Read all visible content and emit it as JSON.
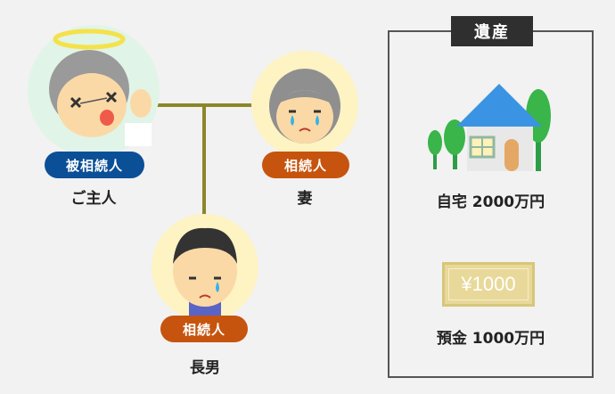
{
  "family": {
    "deceased": {
      "badge": "被相続人",
      "name": "ご主人",
      "badge_color": "#0b4f97"
    },
    "wife": {
      "badge": "相続人",
      "name": "妻",
      "badge_color": "#c6540e"
    },
    "son": {
      "badge": "相続人",
      "name": "長男",
      "badge_color": "#c6540e"
    },
    "line_color": "#8c8628"
  },
  "estate": {
    "title": "遺産",
    "assets": [
      {
        "icon": "house-icon",
        "label": "自宅 2000万円"
      },
      {
        "icon": "banknote-icon",
        "label": "預金 1000万円",
        "note_text": "¥1000"
      }
    ]
  }
}
